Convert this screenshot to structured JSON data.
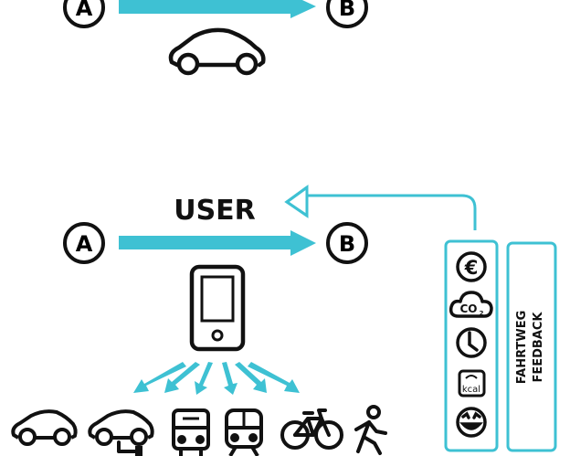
{
  "colors": {
    "accent": "#3ec1d3",
    "ink": "#111111",
    "background": "#ffffff"
  },
  "top_panel": {
    "start_label": "A",
    "end_label": "B",
    "vehicle_icon": "car-icon"
  },
  "bottom_panel": {
    "title": "USER",
    "start_label": "A",
    "end_label": "B",
    "device_icon": "smartphone-icon",
    "transport_modes": [
      "car-icon",
      "electric-car-icon",
      "bus-icon",
      "train-icon",
      "bicycle-icon",
      "pedestrian-icon"
    ],
    "feedback_icons": [
      "euro-cost-icon",
      "co2-cloud-icon",
      "clock-icon",
      "kcal-scale-icon",
      "smiley-icon"
    ],
    "euro_symbol": "€",
    "co2_label": "CO",
    "co2_subscript": "2",
    "kcal_label": "kcal",
    "feedback_panel": {
      "line1": "FAHRTWEG",
      "line2": "FEEDBACK"
    }
  }
}
